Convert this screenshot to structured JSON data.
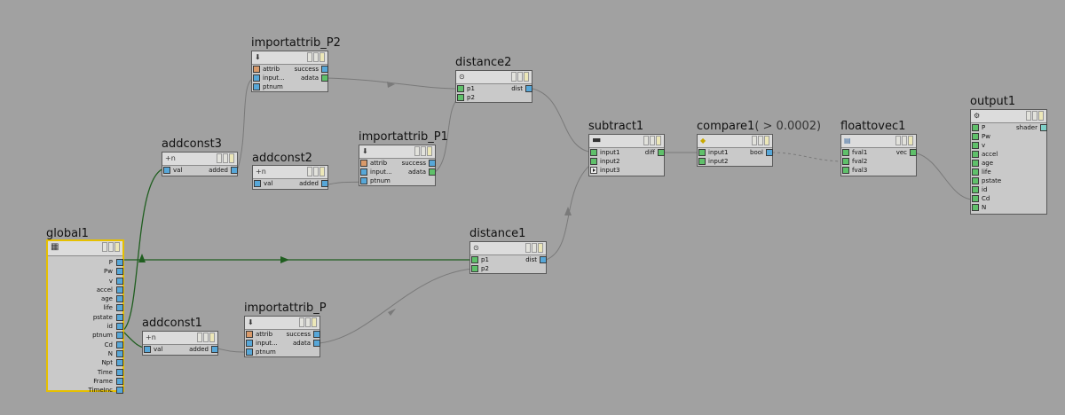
{
  "nodes": {
    "global1": {
      "title": "global1",
      "outputs": [
        "P",
        "Pw",
        "v",
        "accel",
        "age",
        "life",
        "pstate",
        "id",
        "ptnum",
        "Cd",
        "N",
        "Npt",
        "Time",
        "Frame",
        "TimeInc"
      ]
    },
    "addconst3": {
      "title": "addconst3",
      "icon": "+n",
      "in": "val",
      "out": "added"
    },
    "addconst2": {
      "title": "addconst2",
      "icon": "+n",
      "in": "val",
      "out": "added"
    },
    "addconst1": {
      "title": "addconst1",
      "icon": "+n",
      "in": "val",
      "out": "added"
    },
    "importattrib_P2": {
      "title": "importattrib_P2",
      "rows": [
        [
          "attrib",
          "success"
        ],
        [
          "input...",
          "adata"
        ],
        [
          "ptnum",
          ""
        ]
      ]
    },
    "importattrib_P1": {
      "title": "importattrib_P1",
      "rows": [
        [
          "attrib",
          "success"
        ],
        [
          "input...",
          "adata"
        ],
        [
          "ptnum",
          ""
        ]
      ]
    },
    "importattrib_P": {
      "title": "importattrib_P",
      "rows": [
        [
          "attrib",
          "success"
        ],
        [
          "input...",
          "adata"
        ],
        [
          "ptnum",
          ""
        ]
      ]
    },
    "distance2": {
      "title": "distance2",
      "rows": [
        [
          "p1",
          "dist"
        ],
        [
          "p2",
          ""
        ]
      ]
    },
    "distance1": {
      "title": "distance1",
      "rows": [
        [
          "p1",
          "dist"
        ],
        [
          "p2",
          ""
        ]
      ]
    },
    "subtract1": {
      "title": "subtract1",
      "rows": [
        [
          "input1",
          "diff"
        ],
        [
          "input2",
          ""
        ],
        [
          "input3",
          ""
        ]
      ]
    },
    "compare1": {
      "title": "compare1",
      "extra": "( > 0.0002)",
      "rows": [
        [
          "input1",
          "bool"
        ],
        [
          "input2",
          ""
        ]
      ]
    },
    "floattovec1": {
      "title": "floattovec1",
      "rows": [
        [
          "fval1",
          "vec"
        ],
        [
          "fval2",
          ""
        ],
        [
          "fval3",
          ""
        ]
      ]
    },
    "output1": {
      "title": "output1",
      "rows": [
        [
          "P",
          "shader"
        ],
        [
          "Pw",
          ""
        ],
        [
          "v",
          ""
        ],
        [
          "accel",
          ""
        ],
        [
          "age",
          ""
        ],
        [
          "life",
          ""
        ],
        [
          "pstate",
          ""
        ],
        [
          "id",
          ""
        ],
        [
          "Cd",
          ""
        ],
        [
          "N",
          ""
        ]
      ]
    }
  },
  "colors": {
    "background": "#a1a1a1",
    "node_body": "#c9c9c9",
    "wire": "#7a7a7a",
    "wire_active": "#1f5e1f",
    "selected": "#e6c000",
    "port_vector": "#57a7d8",
    "port_float": "#5fc06a",
    "port_string": "#d99a6a"
  }
}
